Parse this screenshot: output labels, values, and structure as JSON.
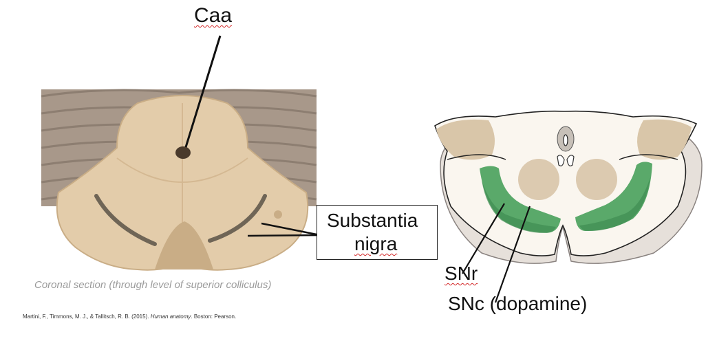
{
  "labels": {
    "caa": "Caa",
    "substantia_line1": "Substantia",
    "substantia_line2": "nigra",
    "snr": "SNr",
    "snc": "SNc (dopamine)"
  },
  "caption": "Coronal section (through level of superior colliculus)",
  "citation": {
    "authors": "Martini, F., Timmons, M. J., & Tallitsch, R. B. (2015). ",
    "title": "Human anatomy",
    "publisher": ". Boston: Pearson."
  },
  "colors": {
    "tissue": "#e3ccaa",
    "tissue_dark": "#c9ad86",
    "cerebellum": "#a8988a",
    "diagram_tan": "#d9c6a9",
    "diagram_green": "#5aa96a",
    "diagram_green_dark": "#3f8d52",
    "diagram_fill": "#faf6ef",
    "squiggle": "#d42a2a"
  }
}
